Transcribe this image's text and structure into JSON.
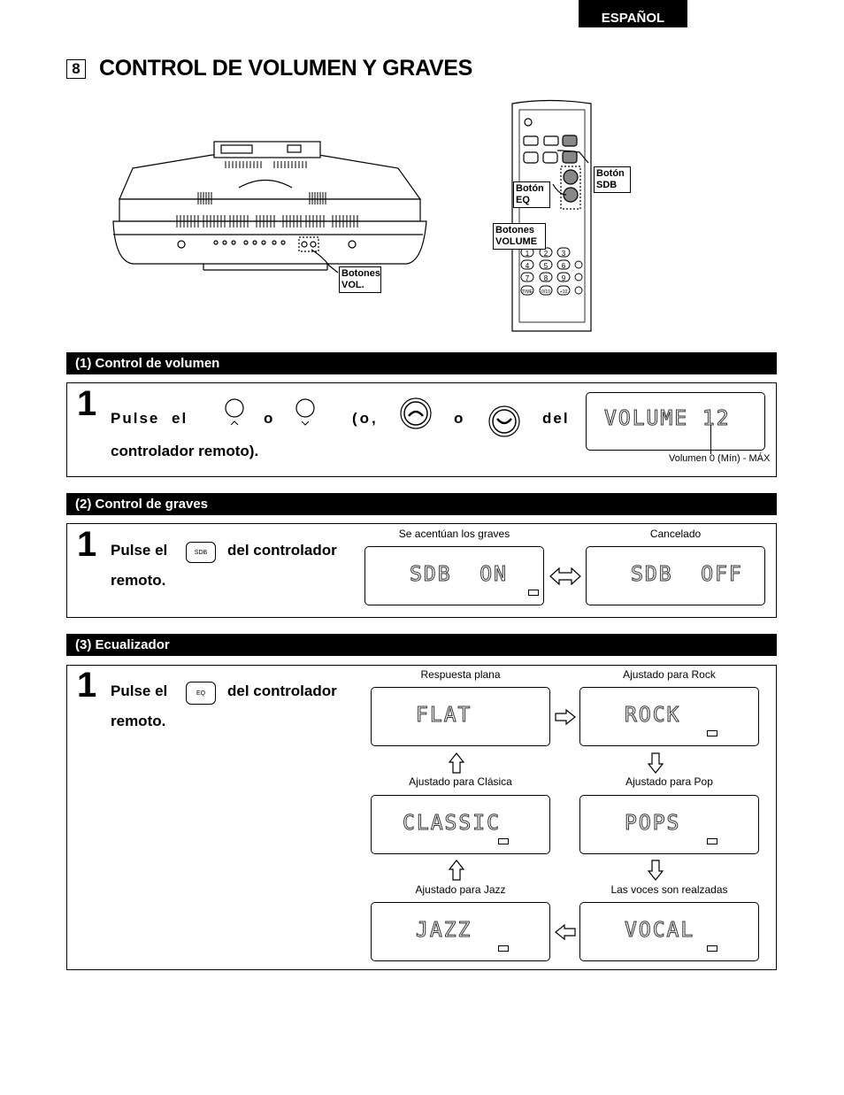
{
  "header": {
    "language_tab": "ESPAÑOL"
  },
  "section": {
    "number": "8",
    "title": "CONTROL DE VOLUMEN Y GRAVES"
  },
  "illustrations": {
    "unit_label_1": "Botones",
    "unit_label_2": "VOL.",
    "remote_sdb_1": "Botón",
    "remote_sdb_2": "SDB",
    "remote_eq_1": "Botón",
    "remote_eq_2": "EQ",
    "remote_vol_1": "Botones",
    "remote_vol_2": "VOLUME",
    "remote_keys": [
      "1",
      "2",
      "3",
      "4",
      "5",
      "6",
      "7",
      "8",
      "9",
      "TIME",
      "0/10",
      "+10"
    ]
  },
  "volume": {
    "bar_title": "(1) Control de volumen",
    "step": "1",
    "w_pulse": "Pulse",
    "w_el": "el",
    "w_o1": "o",
    "w_o2": "(o,",
    "w_o3": "o",
    "w_del": "del",
    "line2": "controlador remoto).",
    "display": "VOLUME 12",
    "range_caption": "Volumen 0 (Mín) - MÁX"
  },
  "bass": {
    "bar_title": "(2) Control de graves",
    "step": "1",
    "pulse": "Pulse el",
    "button": "SDB",
    "rest": "del controlador",
    "line2": "remoto.",
    "caption_on": "Se acentúan los graves",
    "caption_off": "Cancelado",
    "display_on": "SDB  ON",
    "display_off": "SDB  OFF"
  },
  "eq": {
    "bar_title": "(3) Ecualizador",
    "step": "1",
    "pulse": "Pulse el",
    "button": "EQ",
    "rest": "del controlador",
    "line2": "remoto.",
    "modes": [
      {
        "caption": "Respuesta plana",
        "display": "FLAT"
      },
      {
        "caption": "Ajustado para Rock",
        "display": "ROCK"
      },
      {
        "caption": "Ajustado para Clásica",
        "display": "CLASSIC"
      },
      {
        "caption": "Ajustado para Pop",
        "display": "POPS"
      },
      {
        "caption": "Ajustado para Jazz",
        "display": "JAZZ"
      },
      {
        "caption": "Las voces son realzadas",
        "display": "VOCAL"
      }
    ]
  }
}
